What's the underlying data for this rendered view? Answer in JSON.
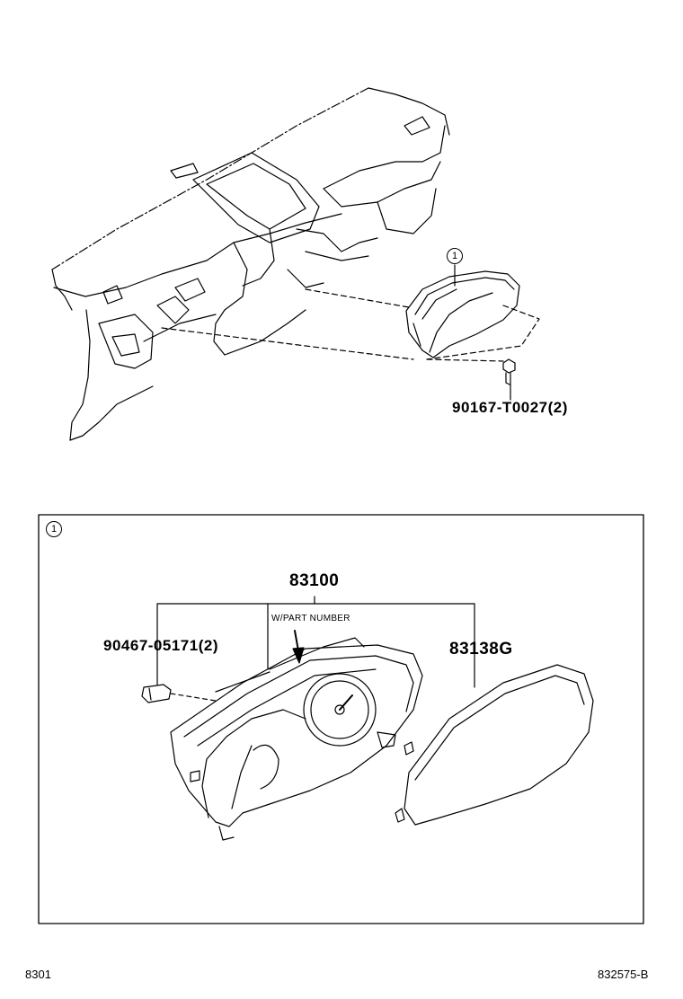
{
  "callouts": {
    "top_ref": "1",
    "box_ref": "1"
  },
  "labels": {
    "screw_part": "90167-T0027(2)",
    "meter_assy": "83100",
    "part_number_note": "W/PART NUMBER",
    "clip_part": "90467-05171(2)",
    "glass_part": "83138G"
  },
  "footer": {
    "left_code": "8301",
    "right_code": "832575-B"
  }
}
